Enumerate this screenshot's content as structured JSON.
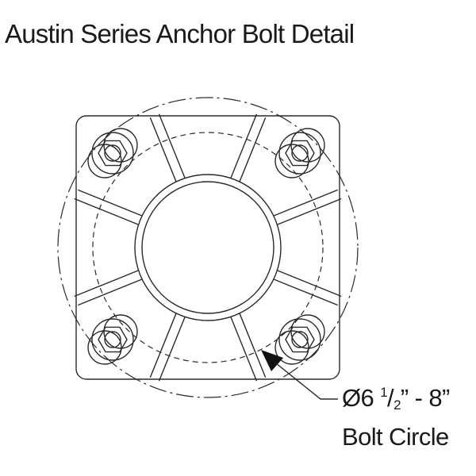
{
  "title": "Austin Series Anchor Bolt Detail",
  "callout": {
    "diameter_symbol": "Ø",
    "whole": "6",
    "numerator": "1",
    "slash": "/",
    "denominator": "2",
    "inch_mark": "”",
    "range_separator": " - ",
    "max_value": "8”",
    "line2": "Bolt Circle"
  },
  "drawing": {
    "plate_shape": "square-rounded",
    "bolt_count": 4,
    "rib_count": 8,
    "bolt_circle_min_in": 6.5,
    "bolt_circle_max_in": 8,
    "line_color": "#2a2a2a"
  }
}
